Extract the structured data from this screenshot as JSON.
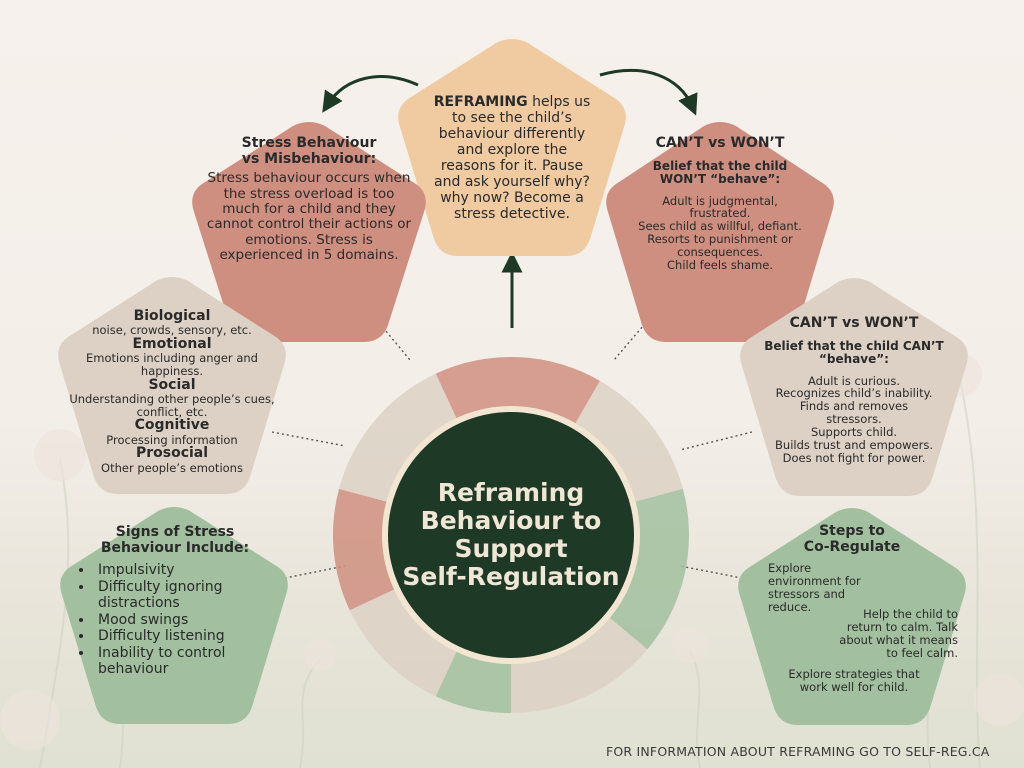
{
  "colors": {
    "rose": "#cf8f80",
    "peach": "#f0cba2",
    "beige": "#dcd1c4",
    "sage": "#a2c09f",
    "dark_green": "#1e3925",
    "ring_border": "#f2e6d2"
  },
  "center": {
    "lines": [
      "Reframing",
      "Behaviour to",
      "Support",
      "Self-Regulation"
    ]
  },
  "reframing": {
    "keyword": "REFRAMING",
    "rest": " helps us to see the child’s behaviour differently and explore the reasons for it. Pause and ask yourself why? why now? Become a stress detective."
  },
  "stress_vs_mis": {
    "title_line1": "Stress Behaviour",
    "title_line2": "vs Misbehaviour:",
    "body": "Stress behaviour occurs when the stress overload is too much for a child and they cannot control their actions or emotions. Stress is experienced in 5 domains."
  },
  "cant_wont_1": {
    "title": "CAN’T vs WON’T",
    "subtitle_line1": "Belief that the child",
    "subtitle_line2": "WON’T “behave”:",
    "lines": [
      "Adult is judgmental,",
      "frustrated.",
      "Sees child as willful, defiant.",
      "Resorts to punishment or",
      "consequences.",
      "Child feels shame."
    ]
  },
  "cant_wont_2": {
    "title": "CAN’T vs WON’T",
    "subtitle_line1": "Belief that the child CAN’T",
    "subtitle_line2": "“behave”:",
    "lines": [
      "Adult is curious.",
      "Recognizes child’s inability.",
      "Finds and removes",
      "stressors.",
      "Supports child.",
      "Builds trust and empowers.",
      "Does not fight for power."
    ]
  },
  "domains": [
    {
      "name": "Biological",
      "desc": "noise, crowds, sensory, etc."
    },
    {
      "name": "Emotional",
      "desc": "Emotions including anger and happiness."
    },
    {
      "name": "Social",
      "desc": "Understanding other people’s cues, conflict, etc."
    },
    {
      "name": "Cognitive",
      "desc": "Processing information"
    },
    {
      "name": "Prosocial",
      "desc": "Other people’s emotions"
    }
  ],
  "signs": {
    "title_line1": "Signs of Stress",
    "title_line2": "Behaviour Include:",
    "items": [
      "Impulsivity",
      "Difficulty ignoring distractions",
      "Mood swings",
      "Difficulty listening",
      "Inability to control behaviour"
    ]
  },
  "co_regulate": {
    "title_line1": "Steps to",
    "title_line2": "Co-Regulate",
    "step1": "Explore environment for stressors and reduce.",
    "step2": "Help the child to return to calm. Talk about what it means to feel calm.",
    "step3": "Explore strategies that work well for child."
  },
  "footer": {
    "text": "FOR INFORMATION ABOUT REFRAMING  GO TO  SELF-REG.CA"
  }
}
